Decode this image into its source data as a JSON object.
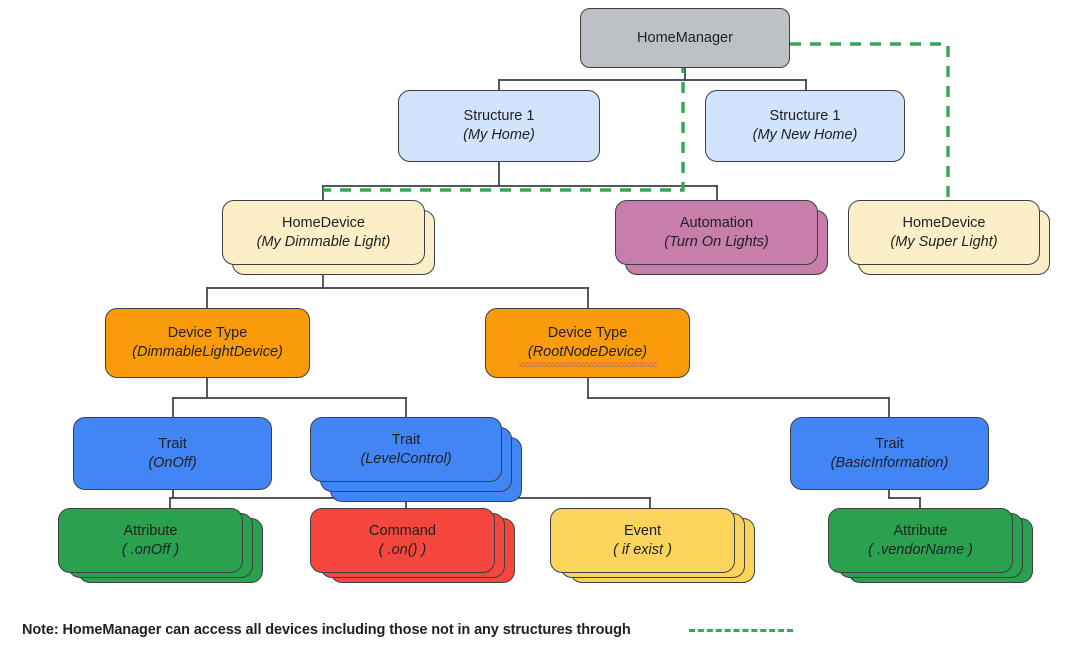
{
  "diagram": {
    "title": "HomeManager hierarchy",
    "colors": {
      "root": "#bdc1c6",
      "structure": "#d2e3fc",
      "home_device": "#fcefc8",
      "automation": "#c77eaa",
      "device_type": "#fa9b0c",
      "trait": "#4285f4",
      "attribute": "#2aa14f",
      "command": "#f4463c",
      "event": "#fbd45c",
      "dashed_link": "#34a853",
      "connector": "#3c4043"
    },
    "nodes": {
      "home_manager": {
        "line1": "HomeManager",
        "line2": ""
      },
      "structure_home": {
        "line1": "Structure 1",
        "line2": "(My Home)"
      },
      "structure_newhome": {
        "line1": "Structure 1",
        "line2": "(My New Home)"
      },
      "device_dimmable": {
        "line1": "HomeDevice",
        "line2": "(My Dimmable Light)"
      },
      "automation": {
        "line1": "Automation",
        "line2": "(Turn On Lights)"
      },
      "device_super": {
        "line1": "HomeDevice",
        "line2": "(My Super Light)"
      },
      "devicetype_dimmable": {
        "line1": "Device Type",
        "line2": "(DimmableLightDevice)"
      },
      "devicetype_root": {
        "line1": "Device Type",
        "line2": "(RootNodeDevice)"
      },
      "trait_onoff": {
        "line1": "Trait",
        "line2": "(OnOff)"
      },
      "trait_level": {
        "line1": "Trait",
        "line2": "(LevelControl)"
      },
      "trait_basicinfo": {
        "line1": "Trait",
        "line2": "(BasicInformation)"
      },
      "attribute_onoff": {
        "line1": "Attribute",
        "line2": "( .onOff )"
      },
      "command_on": {
        "line1": "Command",
        "line2": "( .on() )"
      },
      "event_ifexist": {
        "line1": "Event",
        "line2": "( if exist )"
      },
      "attribute_vendor": {
        "line1": "Attribute",
        "line2": "( .vendorName )"
      }
    },
    "footnote": {
      "text": "Note: HomeManager can access all devices including those not in any structures through",
      "legend_style": "green-dashed-line"
    }
  }
}
